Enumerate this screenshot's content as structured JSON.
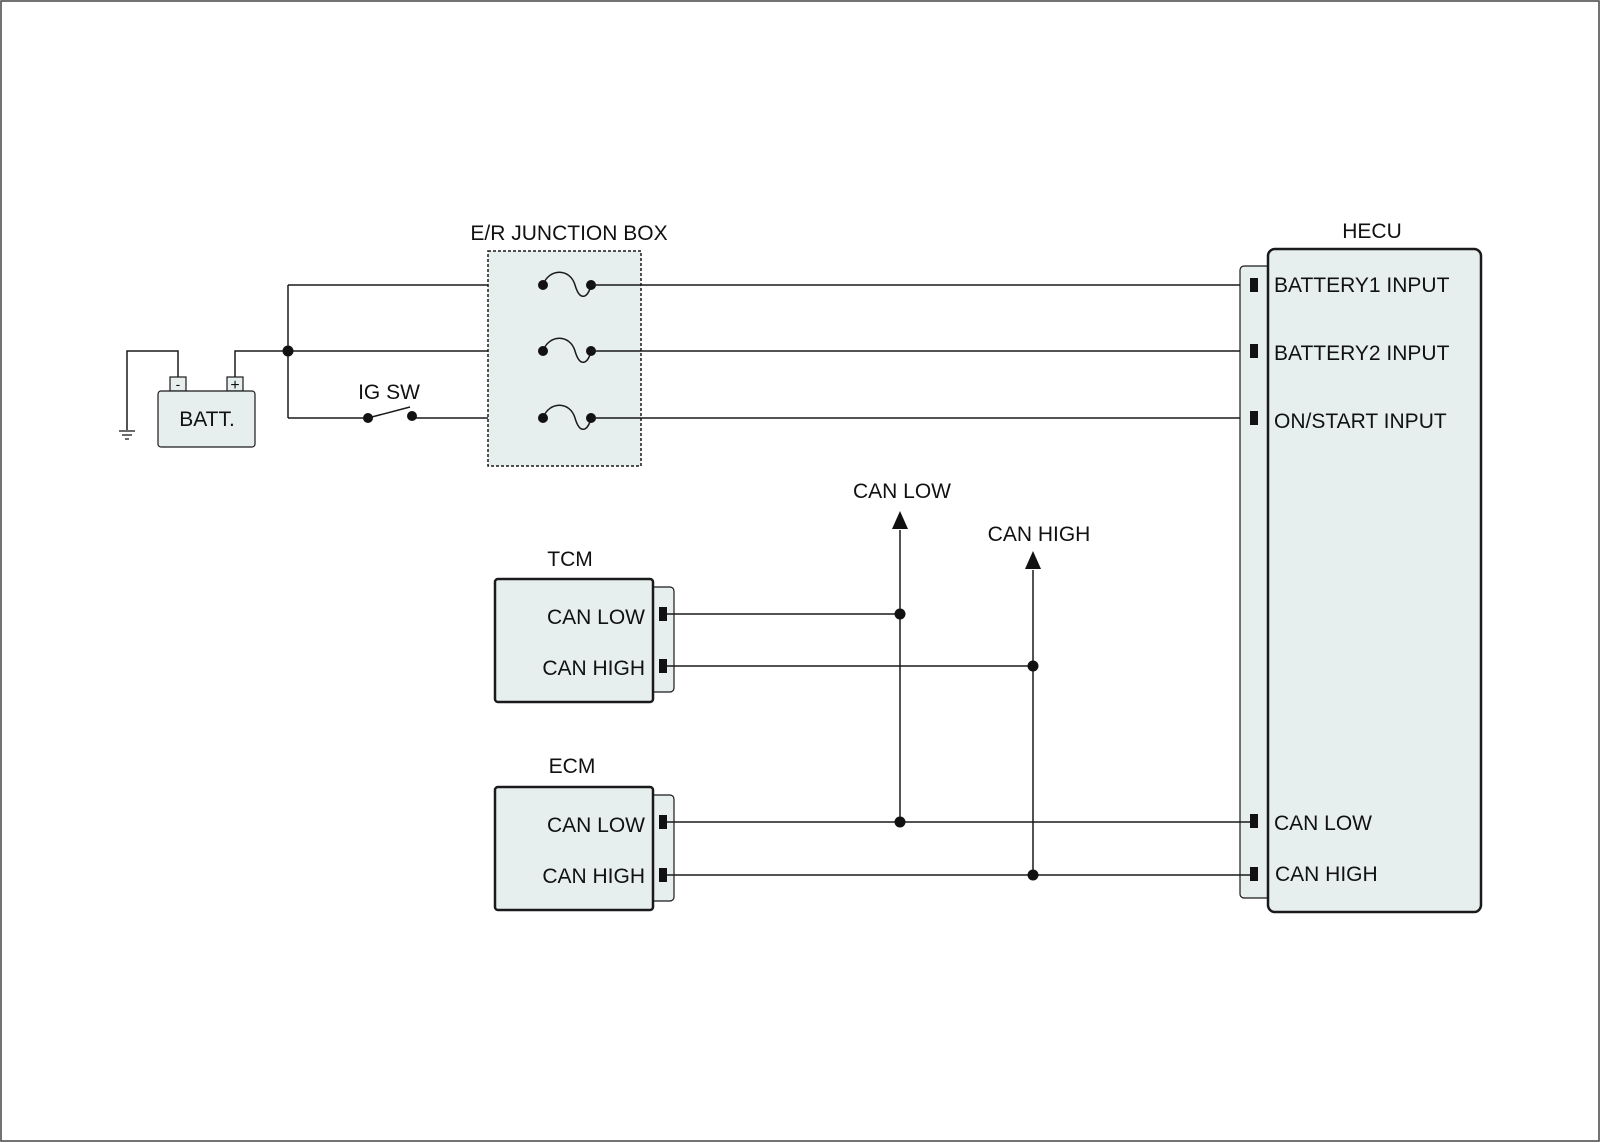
{
  "battery": {
    "label": "BATT.",
    "neg": "-",
    "pos": "+"
  },
  "junction_box": {
    "title": "E/R JUNCTION BOX"
  },
  "ig_switch": {
    "label": "IG SW"
  },
  "hecu": {
    "title": "HECU",
    "pins": [
      "BATTERY1 INPUT",
      "BATTERY2 INPUT",
      "ON/START INPUT",
      "CAN LOW",
      "CAN HIGH"
    ]
  },
  "tcm": {
    "title": "TCM",
    "pins": [
      "CAN LOW",
      "CAN HIGH"
    ]
  },
  "ecm": {
    "title": "ECM",
    "pins": [
      "CAN LOW",
      "CAN HIGH"
    ]
  },
  "can_bus": {
    "low_label": "CAN LOW",
    "high_label": "CAN HIGH"
  },
  "colors": {
    "module_fill": "#e6eeee",
    "line": "#1a1a1a",
    "frame": "#444444"
  }
}
